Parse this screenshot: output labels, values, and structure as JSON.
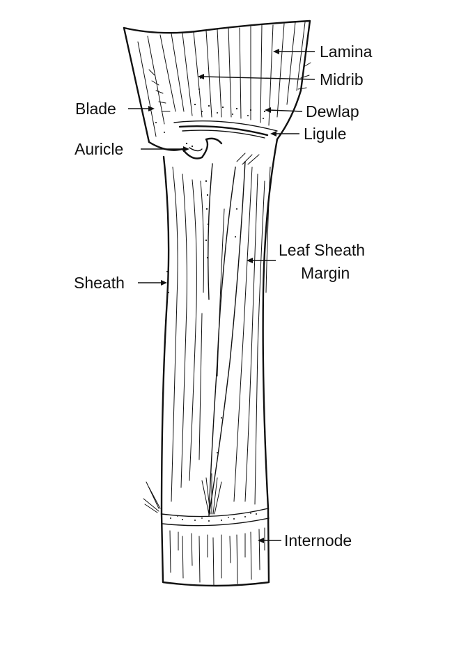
{
  "labels": {
    "lamina": "Lamina",
    "midrib": "Midrib",
    "blade": "Blade",
    "dewlap": "Dewlap",
    "ligule": "Ligule",
    "auricle": "Auricle",
    "leaf_sheath_line1": "Leaf Sheath",
    "leaf_sheath_line2": "Margin",
    "sheath": "Sheath",
    "internode": "Internode"
  },
  "colors": {
    "ink": "#111111",
    "background": "#ffffff"
  }
}
